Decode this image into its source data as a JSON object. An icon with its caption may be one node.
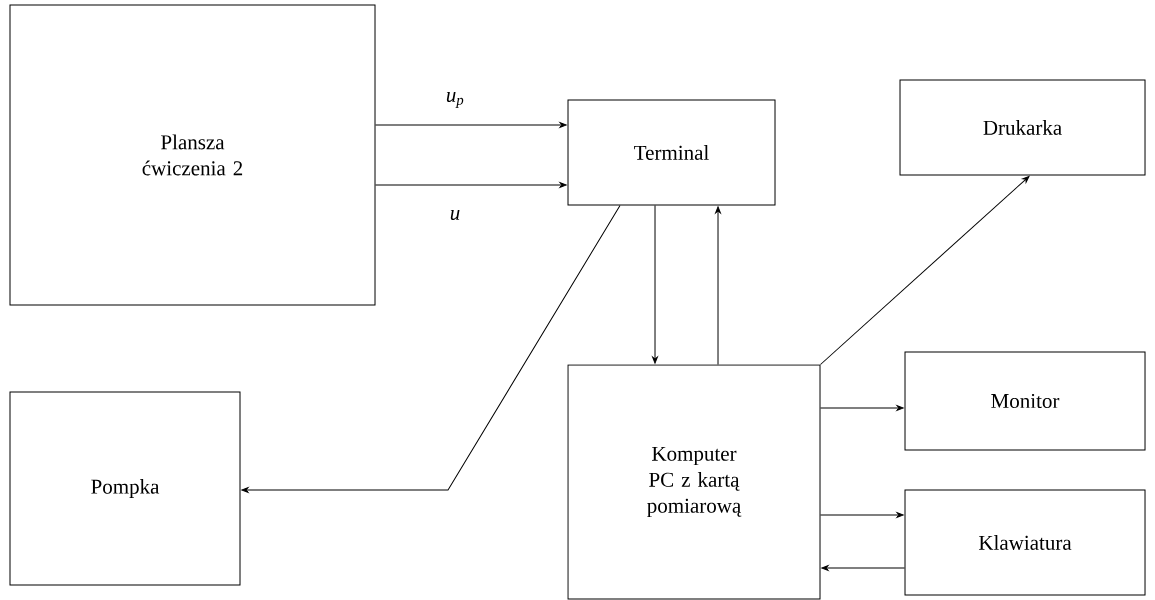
{
  "diagram": {
    "nodes": [
      {
        "text": [
          "Plansza ćwiczenia 2"
        ]
      },
      {
        "text": [
          "Terminal"
        ]
      },
      {
        "text": [
          "Drukarka"
        ]
      },
      {
        "text": [
          "Pompka"
        ]
      },
      {
        "text": [
          "Komputer PC z kartą pomiarową"
        ]
      },
      {
        "text": [
          "Monitor"
        ]
      },
      {
        "text": [
          "Klawiatura"
        ]
      }
    ],
    "edges": [
      {
        "from": 0,
        "to": 1,
        "arrow": "to",
        "label": "u$_{p}$"
      },
      {
        "from": 0,
        "to": 1,
        "arrow": "to",
        "label": "u"
      },
      {
        "from": 1,
        "to": 4,
        "arrow": "to"
      },
      {
        "from": 4,
        "to": 1,
        "arrow": "to"
      },
      {
        "from": 1,
        "to": 3,
        "arrow": "to"
      },
      {
        "from": 4,
        "to": 2,
        "arrow": "to"
      },
      {
        "from": 4,
        "to": 5,
        "arrow": "to"
      },
      {
        "from": 4,
        "to": 6,
        "arrow": "to"
      },
      {
        "from": 6,
        "to": 4,
        "arrow": "to"
      }
    ]
  }
}
